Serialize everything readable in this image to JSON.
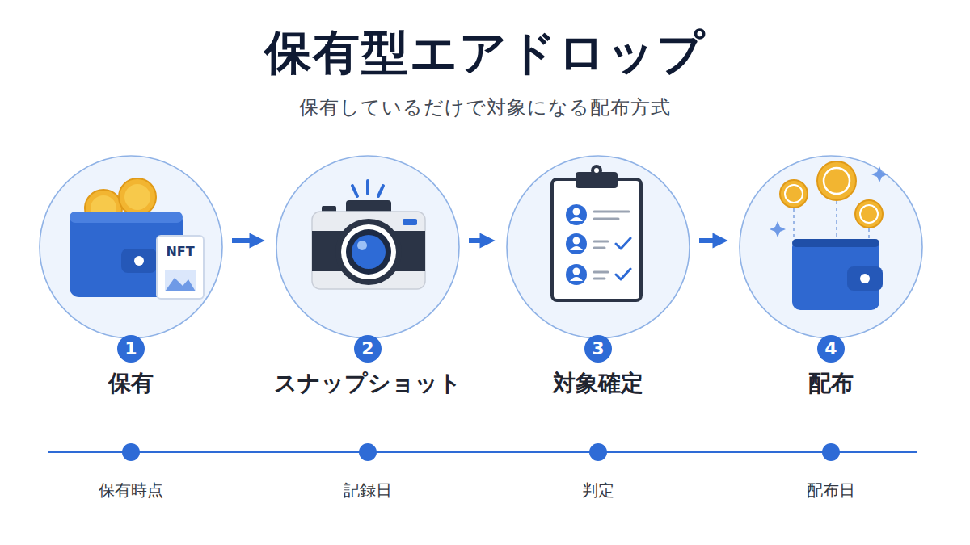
{
  "diagram": {
    "title": "保有型エアドロップ",
    "caption": "保有しているだけで対象になる配布方式",
    "nodes": [
      {
        "text": [
          "1",
          "保有"
        ]
      },
      {
        "text": [
          "2",
          "スナップショット"
        ]
      },
      {
        "text": [
          "3",
          "対象確定"
        ]
      },
      {
        "text": [
          "4",
          "配布"
        ]
      }
    ],
    "edges": [
      {
        "from": 0,
        "to": 1,
        "arrow": "to"
      },
      {
        "from": 1,
        "to": 2,
        "arrow": "to"
      },
      {
        "from": 2,
        "to": 3,
        "arrow": "to"
      }
    ],
    "labels": [
      "NFT",
      "保有時点",
      "記録日",
      "判定",
      "配布日"
    ]
  }
}
